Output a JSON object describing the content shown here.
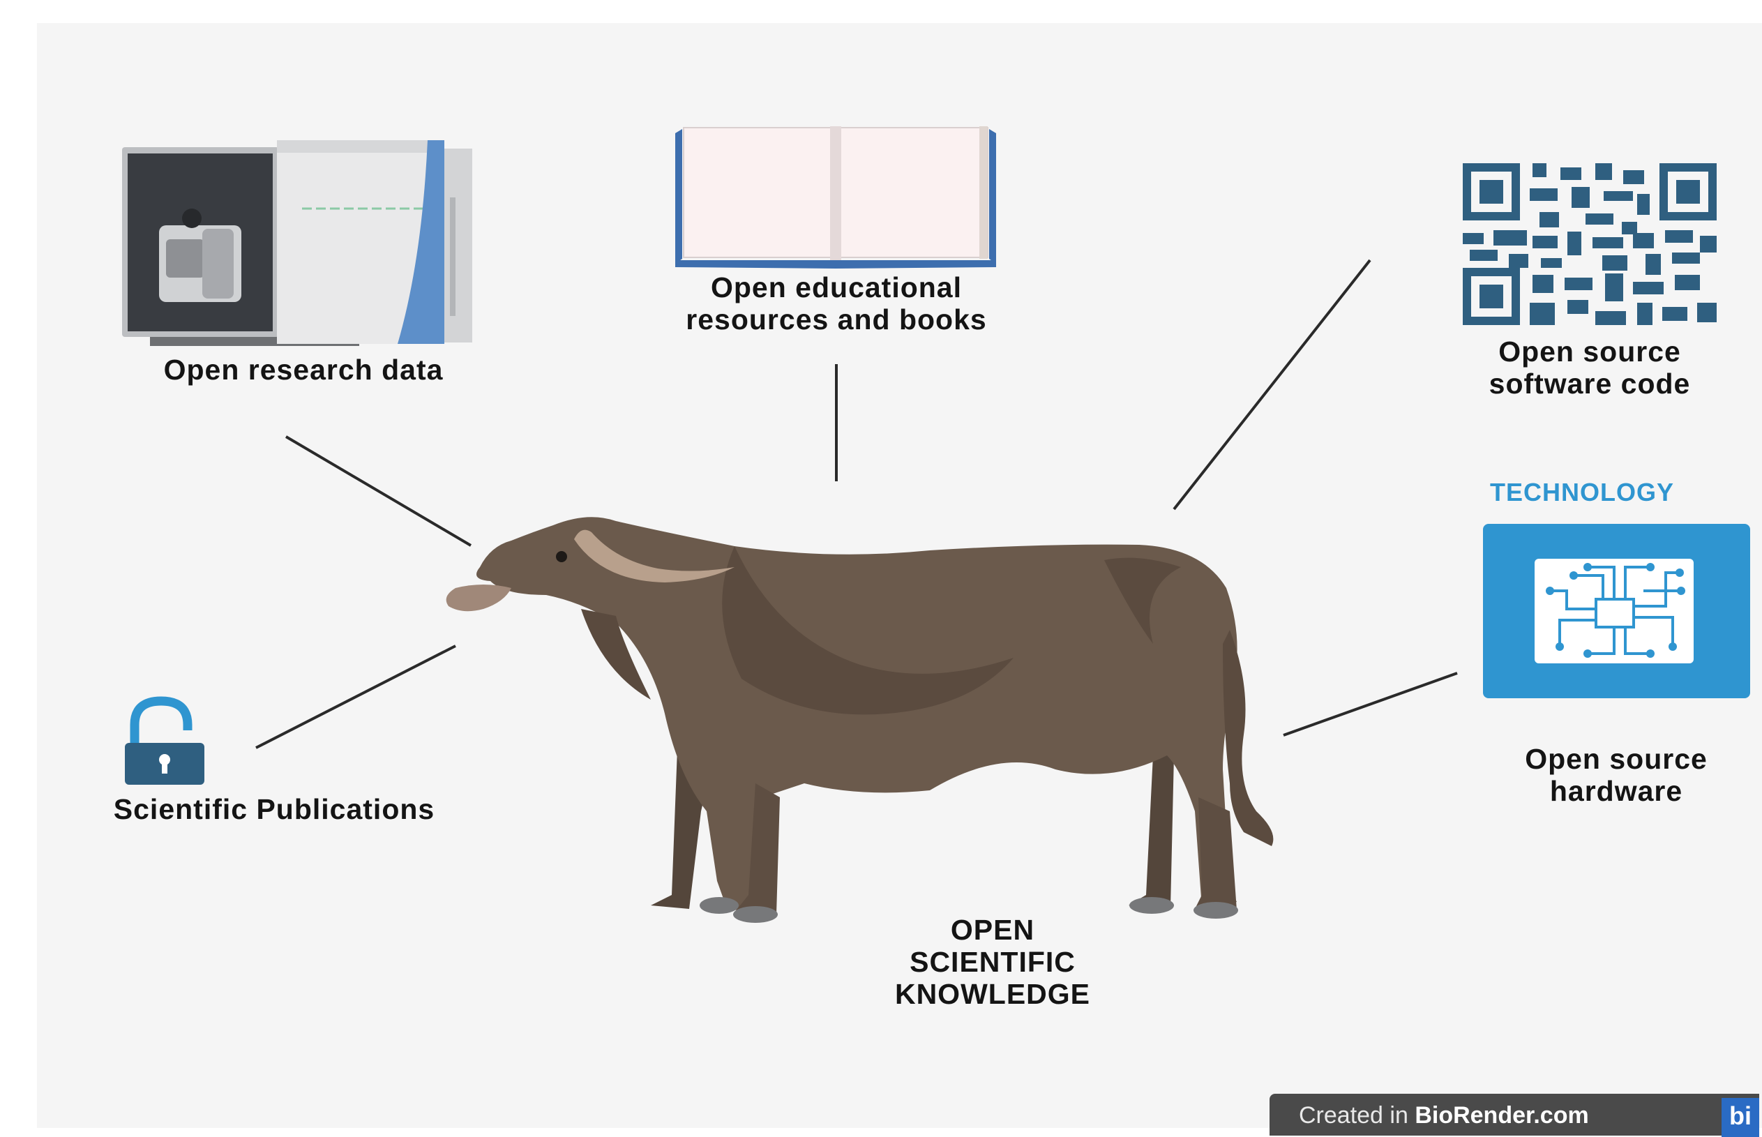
{
  "center_label": [
    "OPEN",
    "SCIENTIFIC",
    "KNOWLEDGE"
  ],
  "nodes": {
    "research_data": "Open research data",
    "educational": [
      "Open educational",
      "resources and books"
    ],
    "software": [
      "Open source",
      "software code"
    ],
    "technology_heading": "TECHNOLOGY",
    "hardware": [
      "Open source",
      "hardware"
    ],
    "publications": "Scientific Publications"
  },
  "footer": {
    "prefix": "Created in",
    "brand": "BioRender.com",
    "badge": "bi"
  },
  "colors": {
    "background": "#f5f5f5",
    "accent_blue": "#2f95d0",
    "buffalo": "#6b5a4c",
    "label_text": "#141414"
  },
  "icons": [
    "lab-instrument-icon",
    "open-book-icon",
    "qr-code-icon",
    "circuit-chip-icon",
    "unlocked-padlock-icon",
    "water-buffalo-illustration"
  ]
}
